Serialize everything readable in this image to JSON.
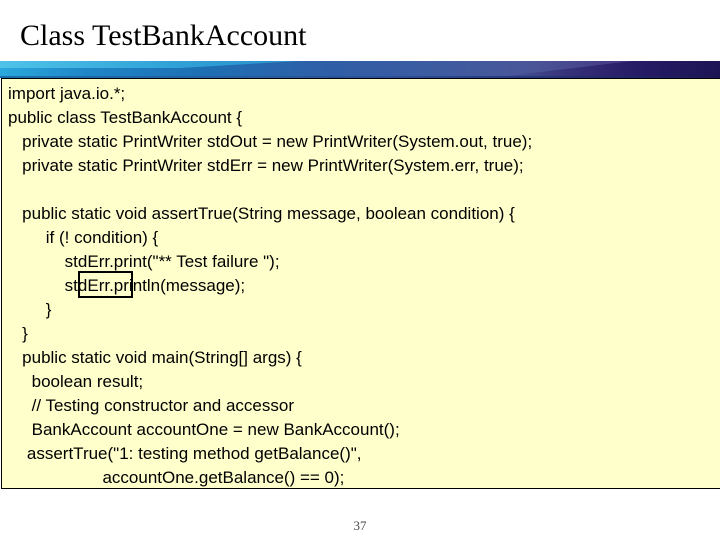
{
  "slide": {
    "title": "Class TestBankAccount",
    "page_number": "37",
    "colors": {
      "code_background": "#ffffcc",
      "code_border": "#000000",
      "title_text": "#000000",
      "bar_start": "#2aa8dd",
      "bar_end": "#231a5c",
      "highlight_outline": "#000000"
    }
  },
  "code": {
    "language": "java",
    "lines": [
      "import java.io.*;",
      "public class TestBankAccount {",
      "   private static PrintWriter stdOut = new PrintWriter(System.out, true);",
      "   private static PrintWriter stdErr = new PrintWriter(System.err, true);",
      "",
      "   public static void assertTrue(String message, boolean condition) {",
      "        if (! condition) {",
      "            stdErr.print(\"** Test failure \");",
      "            stdErr.println(message);",
      "        }",
      "   }",
      "   public static void main(String[] args) {",
      "     boolean result;",
      "     // Testing constructor and accessor",
      "     BankAccount accountOne = new BankAccount();",
      "    assertTrue(\"1: testing method getBalance()\",",
      "                    accountOne.getBalance() == 0);"
    ]
  },
  "highlight": {
    "word": "static",
    "line_index": 5,
    "description": "black rectangle outline around the keyword static"
  }
}
